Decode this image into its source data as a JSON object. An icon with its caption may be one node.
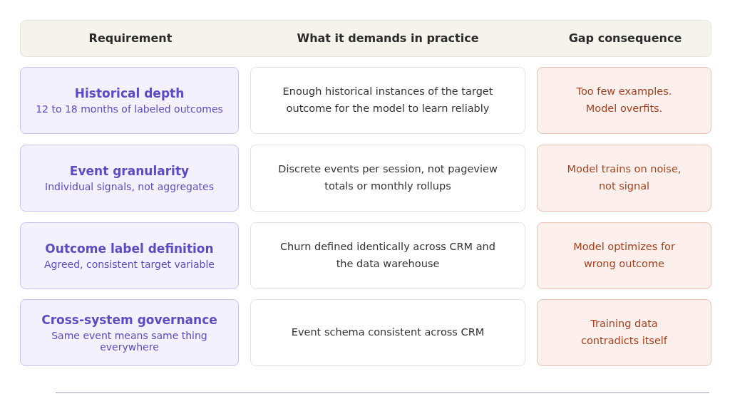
{
  "diagram": {
    "nodes": [
      {
        "text": [
          "Requirement",
          "What it demands in practice",
          "Gap consequence"
        ]
      },
      {
        "text": [
          "Historical depth",
          "12 to 18 months of labeled outcomes"
        ]
      },
      {
        "text": [
          "Enough historical instances of the target outcome for the model to learn reliably"
        ]
      },
      {
        "text": [
          "Too few examples. Model overfits."
        ]
      },
      {
        "text": [
          "Event granularity",
          "Individual signals, not aggregates"
        ]
      },
      {
        "text": [
          "Discrete events per session, not pageview totals or monthly rollups"
        ]
      },
      {
        "text": [
          "Model trains on noise, not signal"
        ]
      },
      {
        "text": [
          "Outcome label definition",
          "Agreed, consistent target variable"
        ]
      },
      {
        "text": [
          "Churn defined identically across CRM and the data warehouse"
        ]
      },
      {
        "text": [
          "Model optimizes for wrong outcome"
        ]
      },
      {
        "text": [
          "Cross-system governance",
          "Same event means same thing everywhere"
        ]
      },
      {
        "text": [
          "Event schema consistent across CRM"
        ]
      },
      {
        "text": [
          "Training data contradicts itself"
        ]
      }
    ]
  }
}
